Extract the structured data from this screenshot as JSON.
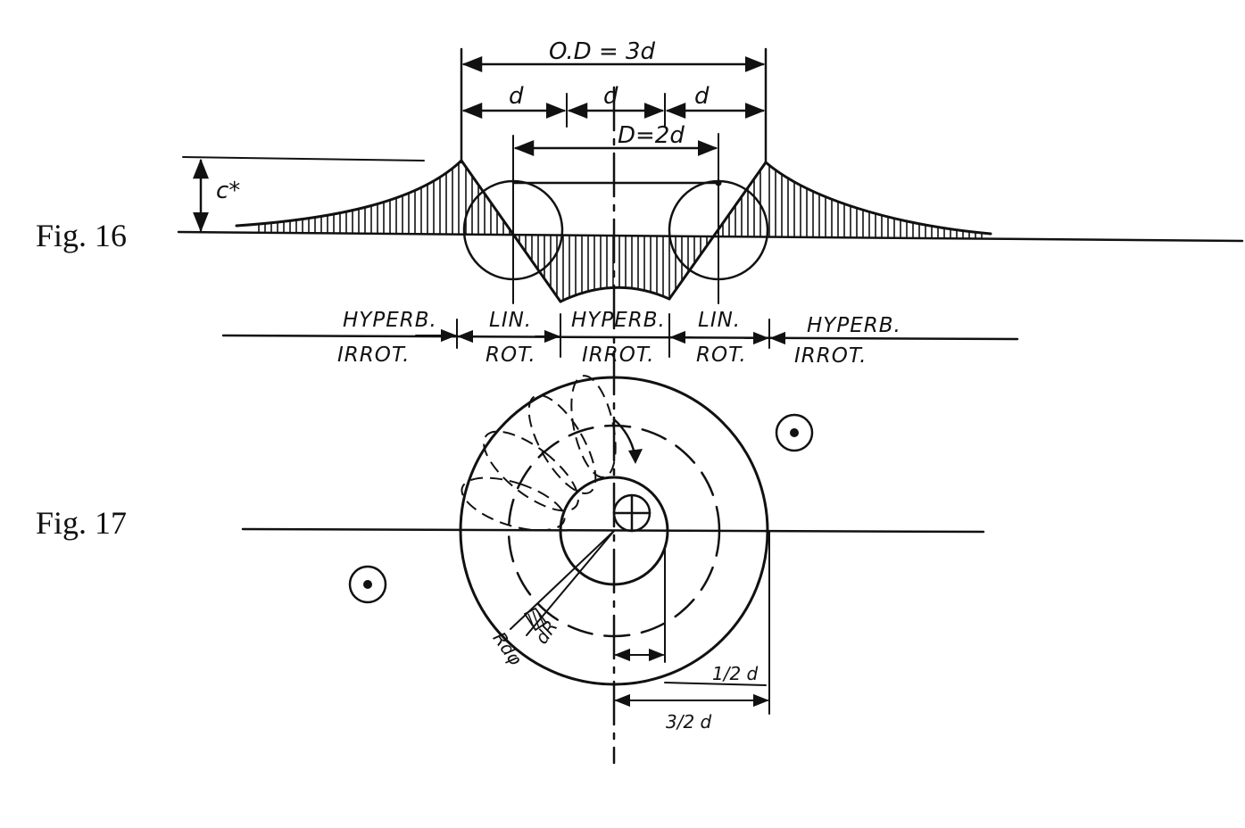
{
  "figures": {
    "fig16": {
      "label": "Fig. 16"
    },
    "fig17": {
      "label": "Fig. 17"
    }
  },
  "dimensions": {
    "outer_diameter": "O.D = 3d",
    "d_left": "d",
    "d_center": "d",
    "d_right": "d",
    "core_diameter": "D=2d",
    "c_star": "c*",
    "half_d": "1/2 d",
    "three_half_d": "3/2 d",
    "r_dphi": "Rdφ",
    "dr": "dR"
  },
  "zones": [
    {
      "top": "HYPERB.",
      "bottom": "IRROT."
    },
    {
      "top": "LIN.",
      "bottom": "ROT."
    },
    {
      "top": "HYPERB.",
      "bottom": "IRROT."
    },
    {
      "top": "LIN.",
      "bottom": "ROT."
    },
    {
      "top": "HYPERB.",
      "bottom": "IRROT."
    }
  ]
}
